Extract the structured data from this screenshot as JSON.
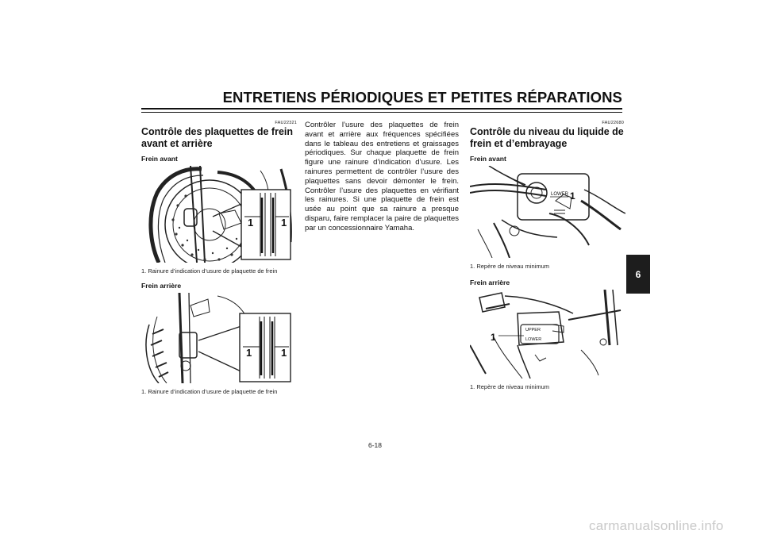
{
  "header": {
    "title": "ENTRETIENS PÉRIODIQUES ET PETITES RÉPARATIONS"
  },
  "left_column": {
    "code": "FAU22321",
    "section_title": "Contrôle des plaquettes de frein avant et arrière",
    "front": {
      "subtitle": "Frein avant",
      "callout": "1",
      "caption": "1. Rainure d’indication d’usure de plaquette de frein"
    },
    "rear": {
      "subtitle": "Frein arrière",
      "callout": "1",
      "caption": "1. Rainure d’indication d’usure de plaquette de frein"
    }
  },
  "middle_column": {
    "body": "Contrôler l’usure des plaquettes de frein avant et arrière aux fréquences spécifiées dans le tableau des entretiens et graissages périodiques. Sur chaque plaquette de frein figure une rainure d’indication d’usure. Les rainures permettent de contrôler l’usure des plaquettes sans devoir démonter le frein. Contrôler l’usure des plaquettes en vérifiant les rainures. Si une plaquette de frein est usée au point que sa rainure a presque disparu, faire remplacer la paire de plaquettes par un concessionnaire Yamaha."
  },
  "right_column": {
    "code": "FAU22680",
    "section_title": "Contrôle du niveau du liquide de frein et d’embrayage",
    "front": {
      "subtitle": "Frein avant",
      "reservoir_label": "LOWER",
      "callout": "1",
      "caption": "1. Repère de niveau minimum"
    },
    "rear": {
      "subtitle": "Frein arrière",
      "upper_label": "UPPER",
      "lower_label": "LOWER",
      "callout": "1",
      "caption": "1. Repère de niveau minimum"
    }
  },
  "side_tab": {
    "label": "6"
  },
  "footer": {
    "page_number": "6-18",
    "watermark": "carmanualsonline.info"
  }
}
